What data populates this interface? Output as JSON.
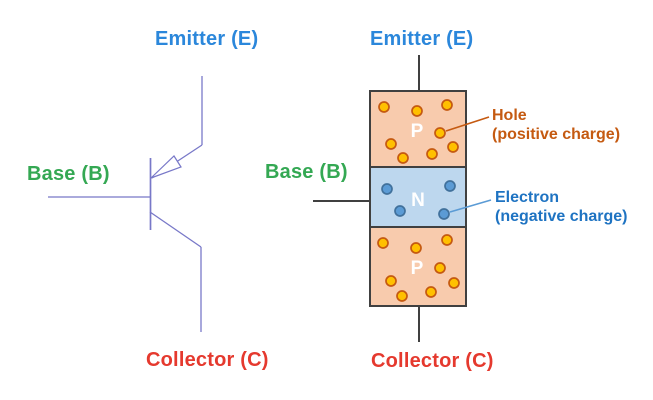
{
  "left_diagram": {
    "emitter_label": "Emitter (E)",
    "base_label": "Base (B)",
    "collector_label": "Collector (C)"
  },
  "right_diagram": {
    "emitter_label": "Emitter (E)",
    "base_label": "Base (B)",
    "collector_label": "Collector (C)",
    "layers": [
      {
        "name": "emitter-region",
        "label": "P",
        "type": "P"
      },
      {
        "name": "base-region",
        "label": "N",
        "type": "N"
      },
      {
        "name": "collector-region",
        "label": "P",
        "type": "P"
      }
    ],
    "hole_annotation": {
      "title": "Hole",
      "subtitle": "(positive charge)"
    },
    "electron_annotation": {
      "title": "Electron",
      "subtitle": "(negative charge)"
    },
    "holes_top": [
      [
        384,
        107
      ],
      [
        417,
        111
      ],
      [
        447,
        105
      ],
      [
        440,
        133
      ],
      [
        391,
        144
      ],
      [
        403,
        158
      ],
      [
        432,
        154
      ],
      [
        453,
        147
      ]
    ],
    "electrons": [
      [
        387,
        189
      ],
      [
        450,
        186
      ],
      [
        400,
        211
      ],
      [
        444,
        214
      ]
    ],
    "holes_bottom": [
      [
        383,
        243
      ],
      [
        416,
        248
      ],
      [
        447,
        240
      ],
      [
        440,
        268
      ],
      [
        391,
        281
      ],
      [
        402,
        296
      ],
      [
        431,
        292
      ],
      [
        454,
        283
      ]
    ]
  },
  "colors": {
    "emitter_text": "#2B87DB",
    "base_text": "#34A853",
    "collector_text": "#E5392E",
    "hole_text": "#C55A11",
    "electron_text": "#1E73C2",
    "p_region_fill": "#F8CBAD",
    "n_region_fill": "#BDD7EE",
    "hole_fill": "#FFC000",
    "hole_stroke": "#C55A11",
    "electron_fill": "#5B9BD5",
    "electron_stroke": "#41719C",
    "region_border": "#404040",
    "lead_color": "#404040",
    "symbol_color": "#7878C8"
  }
}
